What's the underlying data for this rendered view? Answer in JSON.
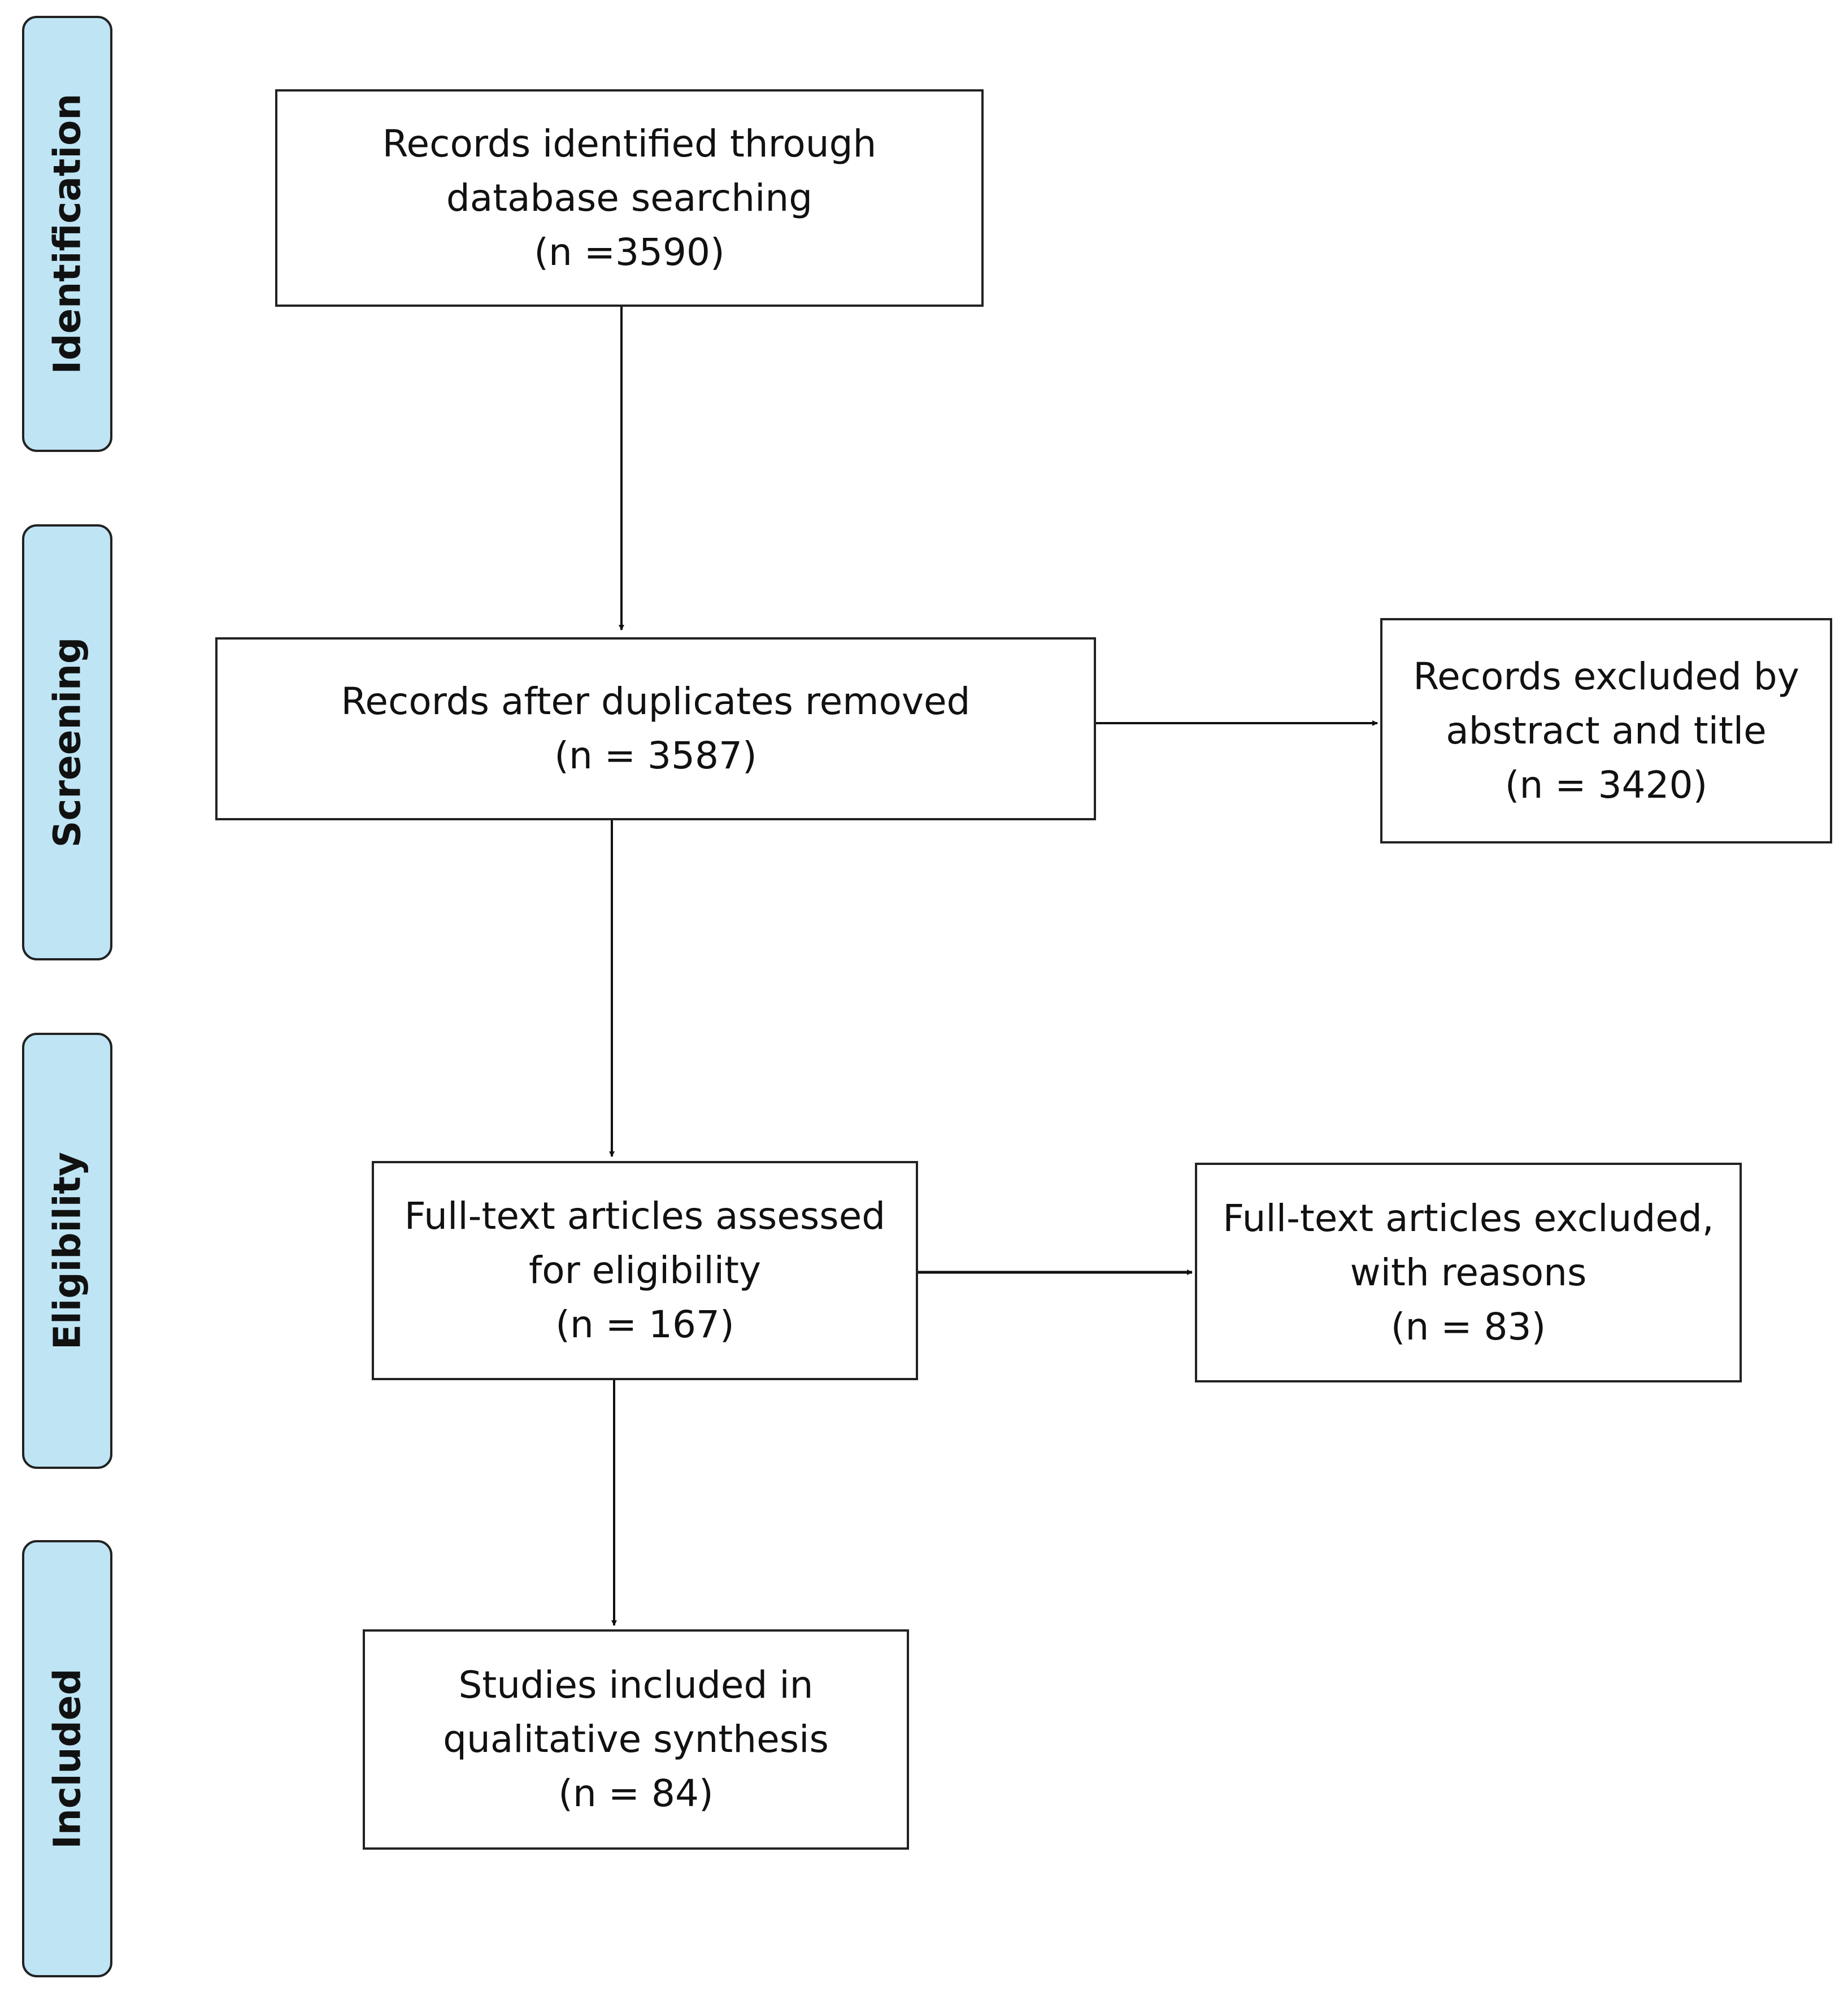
{
  "stages": {
    "identification": "Identification",
    "screening": "Screening",
    "eligibility": "Eligibility",
    "included": "Included"
  },
  "boxes": {
    "identified": {
      "line1": "Records identified through",
      "line2": "database searching",
      "line3": "(n =3590)"
    },
    "screened": {
      "line1": "Records after duplicates removed",
      "line2": "(n = 3587)"
    },
    "excluded_title_abstract": {
      "line1": "Records excluded by",
      "line2": "abstract and title",
      "line3": "(n = 3420)"
    },
    "fulltext_assessed": {
      "line1": "Full-text articles assessed",
      "line2": "for eligibility",
      "line3": "(n = 167)"
    },
    "fulltext_excluded": {
      "line1": "Full-text articles excluded,",
      "line2": "with reasons",
      "line3": "(n = 83)"
    },
    "included": {
      "line1": "Studies included in",
      "line2": "qualitative synthesis",
      "line3": "(n = 84)"
    }
  },
  "colors": {
    "stage_fill": "#bfe5f5",
    "outline": "#222222"
  }
}
